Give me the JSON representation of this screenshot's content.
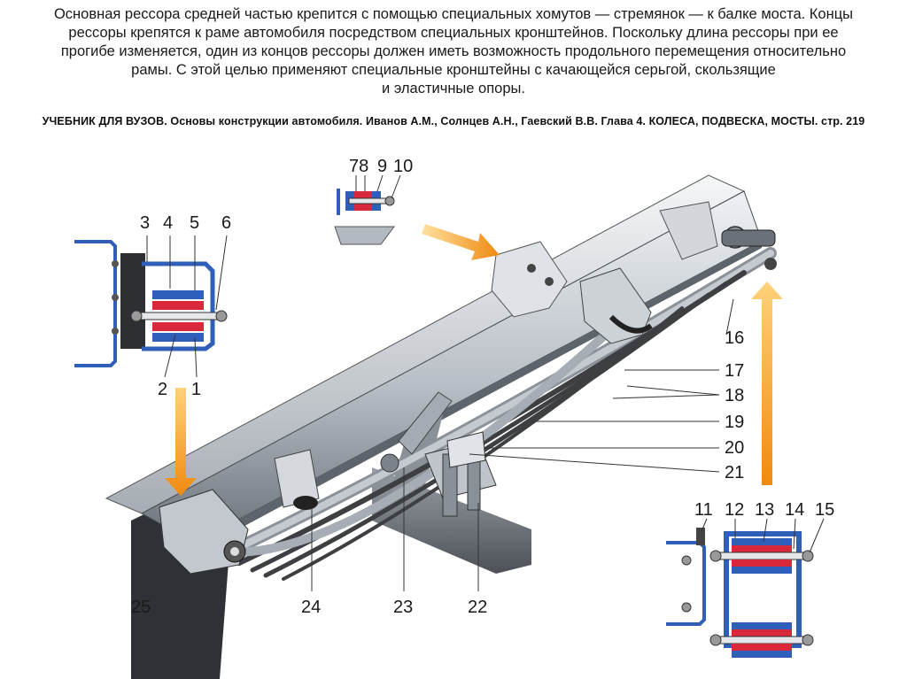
{
  "caption": {
    "lines": [
      "Основная рессора средней частью крепится с помощью специальных хомутов — стремянок — к балке моста. Концы",
      "рессоры крепятся к раме автомобиля посредством специальных кронштейнов. Поскольку длина рессоры при ее",
      "прогибе изменяется, один из концов рессоры должен иметь возможность продольного перемещения относительно",
      "рамы. С этой целью применяют специальные кронштейны с качающейся серьгой, скользящие",
      "и эластичные опоры."
    ],
    "source": "УЧЕБНИК ДЛЯ ВУЗОВ. Основы конструкции автомобиля. Иванов А.М., Солнцев А.Н., Гаевский В.В. Глава 4. КОЛЕСА, ПОДВЕСКА, МОСТЫ. стр. 219"
  },
  "labels": {
    "l1": "1",
    "l2": "2",
    "l3": "3",
    "l4": "4",
    "l5": "5",
    "l6": "6",
    "l78": "78",
    "l9": "9",
    "l10": "10",
    "l11": "11",
    "l12": "12",
    "l13": "13",
    "l14": "14",
    "l15": "15",
    "l16": "16",
    "l17": "17",
    "l18": "18",
    "l19": "19",
    "l20": "20",
    "l21": "21",
    "l22": "22",
    "l23": "23",
    "l24": "24",
    "l25": "25"
  },
  "colors": {
    "frame": "#c9ced4",
    "frame_dark": "#555b62",
    "leaf": "#3d3f42",
    "bracket_blue": "#2f5fb8",
    "rubber_red": "#d8283a",
    "arrow_orange": "#f39a1e"
  }
}
